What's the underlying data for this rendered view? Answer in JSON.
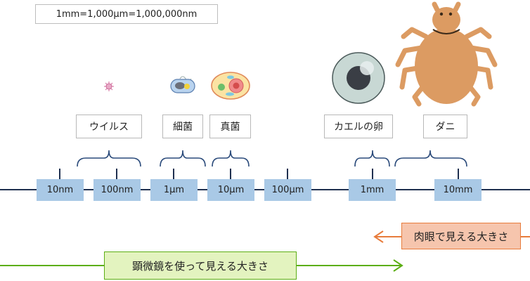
{
  "scale_note": "1mm=1,000µm=1,000,000nm",
  "labels": {
    "virus": "ウイルス",
    "bacteria": "細菌",
    "fungus": "真菌",
    "frog_egg": "カエルの卵",
    "mite": "ダニ"
  },
  "ticks": [
    "10nm",
    "100nm",
    "1µm",
    "10µm",
    "100µm",
    "1mm",
    "10mm"
  ],
  "naked_eye": "肉眼で見える大きさ",
  "microscope": "顕微鏡を使って見える大きさ",
  "colors": {
    "axis": "#1f3050",
    "tick_fill": "#a9c9e6",
    "brace": "#2a4a7a",
    "naked_arrow": "#e87c3c",
    "naked_fill": "#f6c5ad",
    "micro_arrow": "#5cae14",
    "micro_fill": "#e3f3bf",
    "mite": "#dc9b62",
    "egg": "#c8d8d4"
  }
}
